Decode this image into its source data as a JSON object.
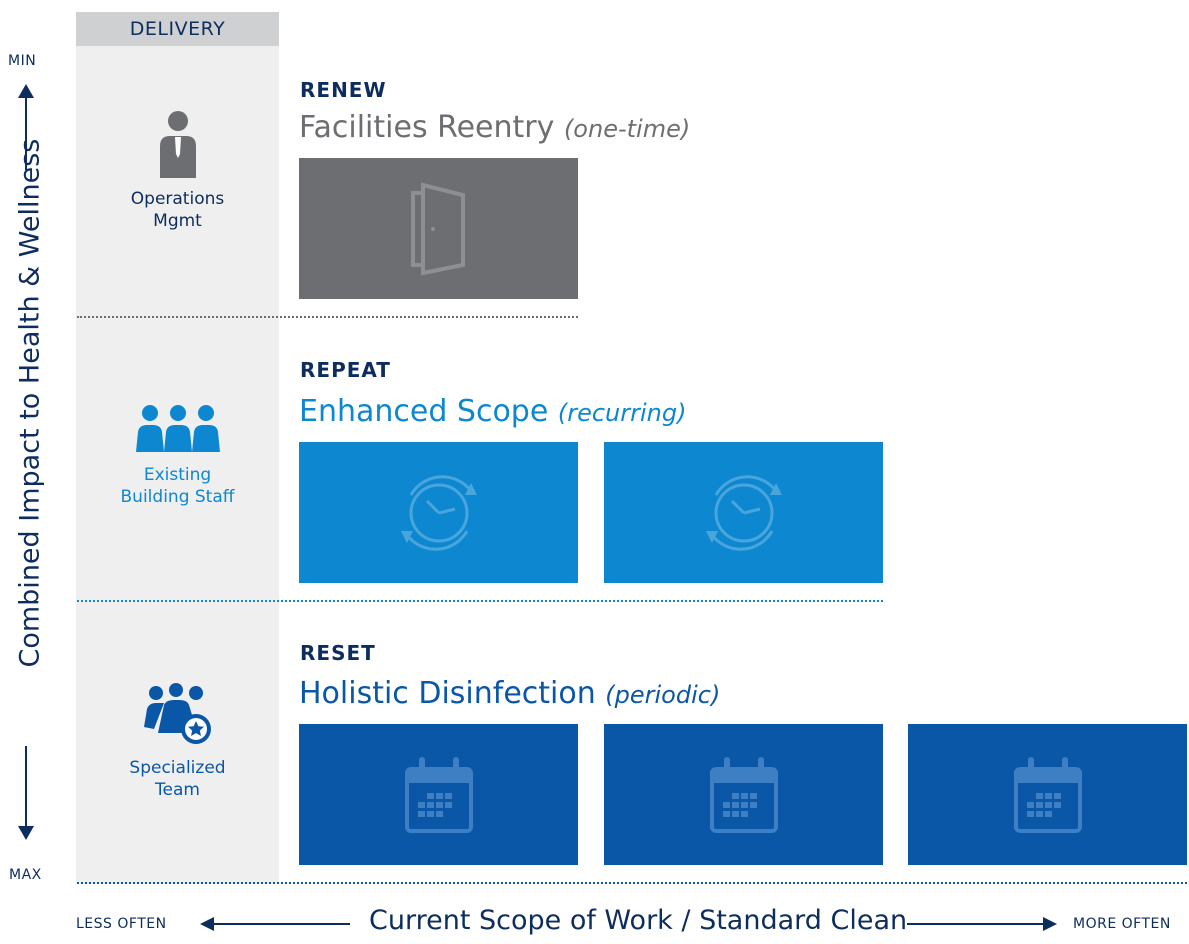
{
  "y_axis": {
    "label": "Combined Impact to Health & Wellness",
    "top": "MIN",
    "bottom": "MAX"
  },
  "delivery": {
    "header": "DELIVERY",
    "roles": [
      {
        "line1": "Operations",
        "line2": "Mgmt",
        "icon": "manager-person-icon"
      },
      {
        "line1": "Existing",
        "line2": "Building Staff",
        "icon": "group-people-icon"
      },
      {
        "line1": "Specialized",
        "line2": "Team",
        "icon": "specialized-team-icon"
      }
    ]
  },
  "tiers": [
    {
      "kicker": "RENEW",
      "title": "Facilities Reentry",
      "note": "(one-time)",
      "cards": 1,
      "icon": "door-icon"
    },
    {
      "kicker": "REPEAT",
      "title": "Enhanced Scope",
      "note": "(recurring)",
      "cards": 2,
      "icon": "clock-refresh-icon"
    },
    {
      "kicker": "RESET",
      "title": "Holistic Disinfection",
      "note": "(periodic)",
      "cards": 3,
      "icon": "calendar-icon"
    }
  ],
  "x_axis": {
    "left": "LESS OFTEN",
    "title": "Current Scope of Work / Standard Clean",
    "right": "MORE OFTEN"
  },
  "colors": {
    "navy": "#0d2d5e",
    "gray": "#6d6e71",
    "mid_blue": "#0d88d0",
    "dark_blue": "#0a57a8"
  }
}
